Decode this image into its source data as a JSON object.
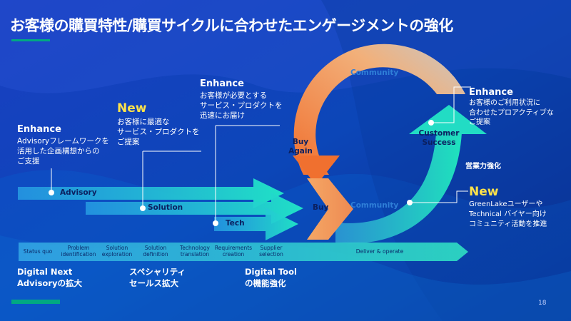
{
  "title": "お客様の購買特性/購買サイクルに合わせたエンゲージメントの強化",
  "callouts": {
    "advisory": {
      "head": "Enhance",
      "line1": "Advisoryフレームワークを",
      "line2": "活用した企画構想からの",
      "line3": "ご支援"
    },
    "solution": {
      "head": "New",
      "line1": "お客様に最適な",
      "line2": "サービス・プロダクトを",
      "line3": "ご提案"
    },
    "tech": {
      "head": "Enhance",
      "line1": "お客様が必要とする",
      "line2": "サービス・プロダクトを",
      "line3": "迅速にお届け"
    },
    "proactive": {
      "head": "Enhance",
      "line1": "お客様のご利用状況に",
      "line2": "合わせたプロアクティブな",
      "line3": "ご提案"
    },
    "community": {
      "head": "New",
      "line1": "GreenLakeユーザーや",
      "line2": "Technical バイヤー向け",
      "line3": "コミュニティ活動を推進"
    }
  },
  "arrows": {
    "advisory": "Advisory",
    "solution": "Solution",
    "tech": "Tech",
    "buy": "Buy",
    "buy_again_1": "Buy",
    "buy_again_2": "Again",
    "community_top": "Community",
    "community_bottom": "Community",
    "customer_success_1": "Customer",
    "customer_success_2": "Success"
  },
  "sales_enhance": "営業力強化",
  "stages": [
    {
      "line1": "Status quo",
      "line2": ""
    },
    {
      "line1": "Problem",
      "line2": "identification"
    },
    {
      "line1": "Solution",
      "line2": "exploration"
    },
    {
      "line1": "Solution",
      "line2": "definition"
    },
    {
      "line1": "Technology",
      "line2": "translation"
    },
    {
      "line1": "Requirements",
      "line2": "creation"
    },
    {
      "line1": "Supplier",
      "line2": "selection"
    },
    {
      "line1": "Deliver & operate",
      "line2": ""
    }
  ],
  "bottom": {
    "col1_line1": "Digital Next",
    "col1_line2": "Advisoryの拡大",
    "col2_line1": "スペシャリティ",
    "col2_line2": "セールス拡大",
    "col3_line1": "Digital Tool",
    "col3_line2": "の機能強化"
  },
  "page_number": "18",
  "colors": {
    "accent": "#01a982",
    "new_yellow": "#ffe24a",
    "orange": "#f27a3a",
    "teal": "#20d8c0"
  }
}
